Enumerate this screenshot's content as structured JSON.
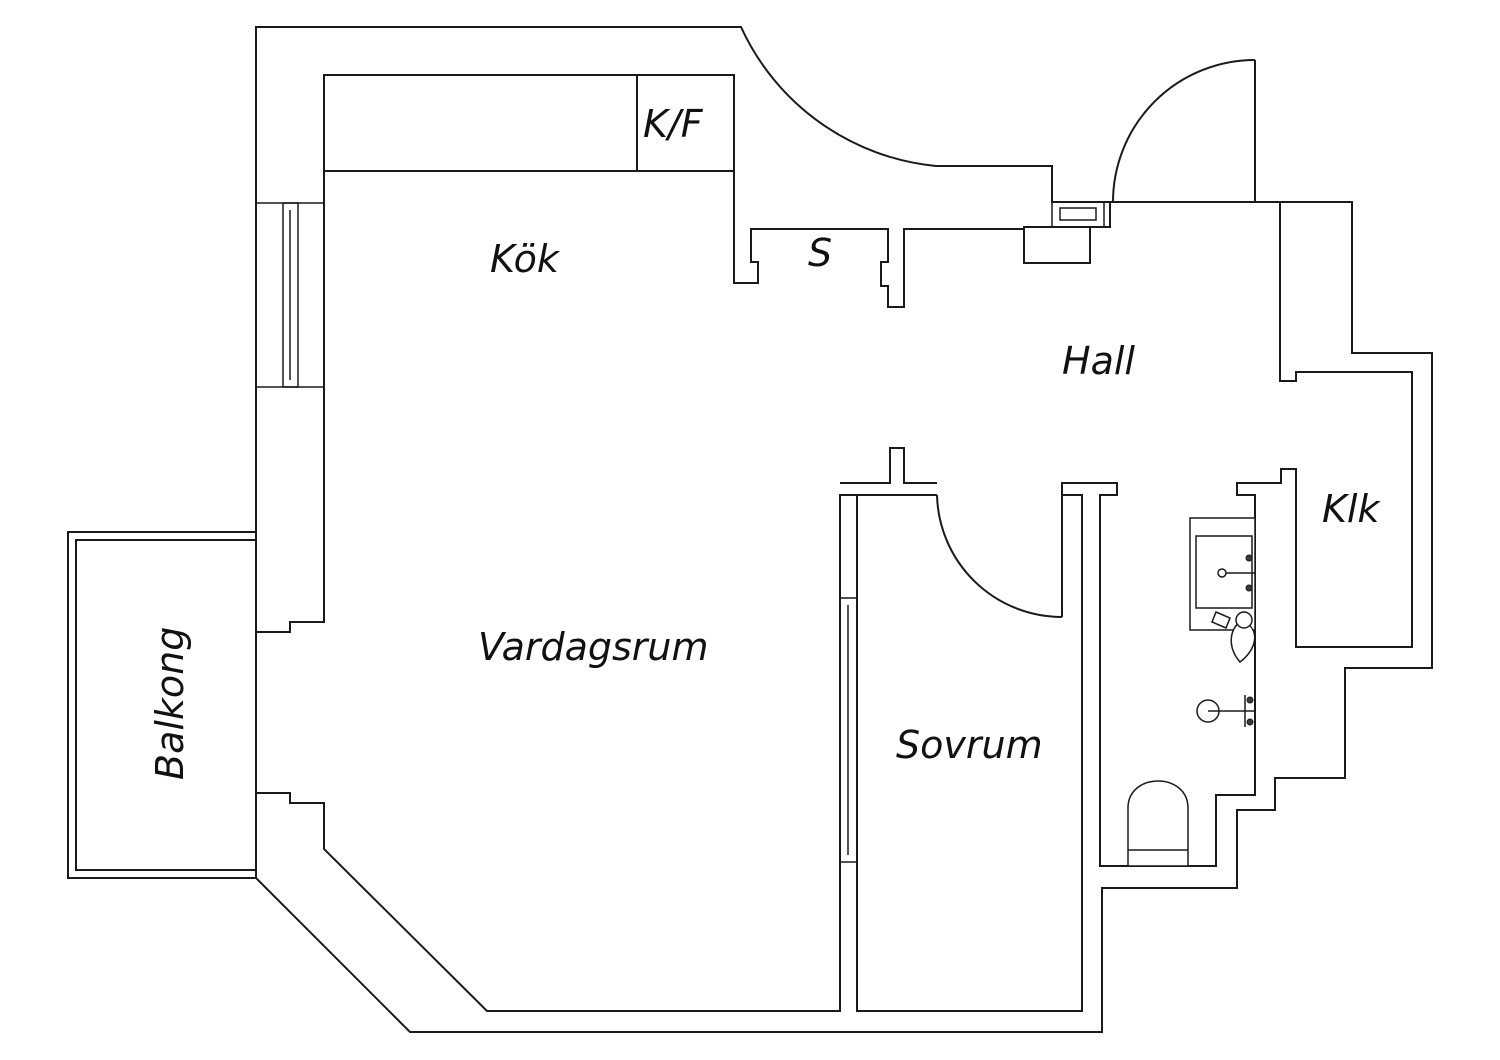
{
  "plan": {
    "rooms": [
      {
        "id": "kok",
        "label": "Kök"
      },
      {
        "id": "kf",
        "label": "K/F"
      },
      {
        "id": "s",
        "label": "S"
      },
      {
        "id": "hall",
        "label": "Hall"
      },
      {
        "id": "klk",
        "label": "Klk"
      },
      {
        "id": "vardagsrum",
        "label": "Vardagsrum"
      },
      {
        "id": "sovrum",
        "label": "Sovrum"
      },
      {
        "id": "balkong",
        "label": "Balkong"
      }
    ]
  }
}
